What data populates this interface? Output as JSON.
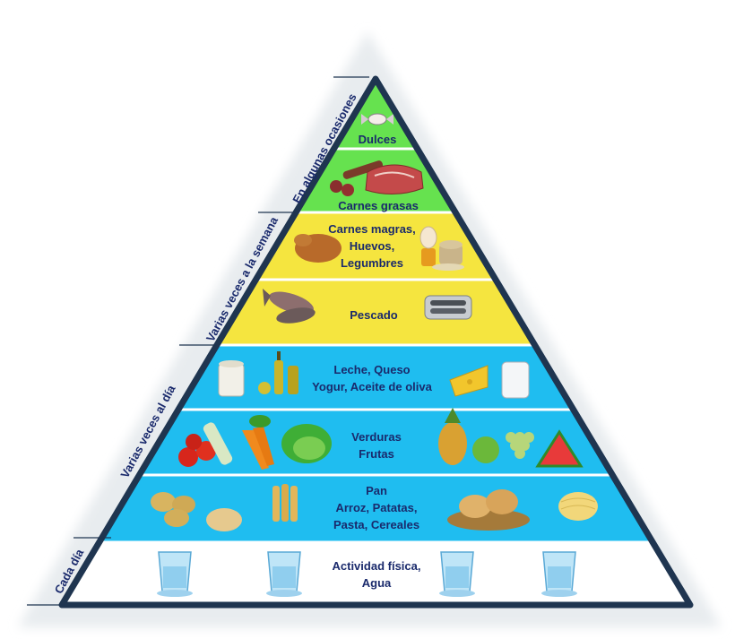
{
  "tiers": [
    {
      "label": "Dulces",
      "color": "#66e24f",
      "icons": [
        "candy-icon"
      ]
    },
    {
      "label": "Carnes grasas",
      "color": "#66e24f",
      "icons": [
        "sausage-icon",
        "red-meat-icon"
      ]
    },
    {
      "label": "Carnes magras,\nHuevos,\nLegumbres",
      "color": "#f5e53f",
      "icons": [
        "roast-chicken-icon",
        "egg-icon",
        "legumes-icon"
      ]
    },
    {
      "label": "Pescado",
      "color": "#f5e53f",
      "icons": [
        "fish-icon",
        "sardine-tin-icon"
      ]
    },
    {
      "label": "Leche, Queso\nYogur, Aceite de oliva",
      "color": "#1fbdf0",
      "icons": [
        "yogurt-icon",
        "olive-oil-icon",
        "cheese-icon",
        "milk-glass-icon"
      ]
    },
    {
      "label": "Verduras\nFrutas",
      "color": "#1fbdf0",
      "icons": [
        "tomatoes-icon",
        "carrots-icon",
        "lettuce-icon",
        "pineapple-icon",
        "apple-icon",
        "grapes-icon",
        "watermelon-icon"
      ]
    },
    {
      "label": "Pan\nArroz, Patatas,\nPasta, Cereales",
      "color": "#1fbdf0",
      "icons": [
        "potatoes-icon",
        "rice-icon",
        "wheat-icon",
        "bread-basket-icon",
        "pasta-icon"
      ]
    },
    {
      "label": "Actividad física,\nAgua",
      "color": "#ffffff",
      "icons": [
        "water-glass-icon",
        "water-glass-icon",
        "water-glass-icon",
        "water-glass-icon"
      ]
    }
  ],
  "side_labels": {
    "occasional": "En algunas ocasiones",
    "weekly": "Varias veces a la semana",
    "daily_several": "Varias veces al día",
    "daily": "Cada día"
  },
  "colors": {
    "outline": "#1f3550",
    "separator": "#ffffff",
    "label_text": "#1a2a6c"
  }
}
